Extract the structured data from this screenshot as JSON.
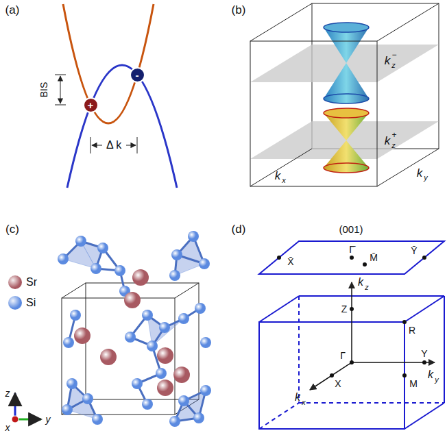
{
  "diagram": {
    "nodes": [
      {
        "text": [
          "+"
        ]
      },
      {
        "text": [
          "-"
        ]
      }
    ],
    "labels": [
      "(a)",
      "(b)",
      "(c)",
      "(d)",
      "BIS",
      "Δ k",
      "k",
      "z",
      "−",
      "k",
      "z",
      "+",
      "k",
      "x",
      "k",
      "y",
      "z",
      "y",
      "x",
      "(001)",
      "X̄",
      "Γ̄",
      "M̄",
      "Ȳ",
      "k",
      "z",
      "Z",
      "R",
      "Γ",
      "k",
      "x",
      "X",
      "M",
      "Y",
      "k",
      "y"
    ],
    "legend": [
      {
        "text": "Sr",
        "color": "#a85a62"
      },
      {
        "text": "Si",
        "color": "#5b8ae0"
      }
    ]
  }
}
